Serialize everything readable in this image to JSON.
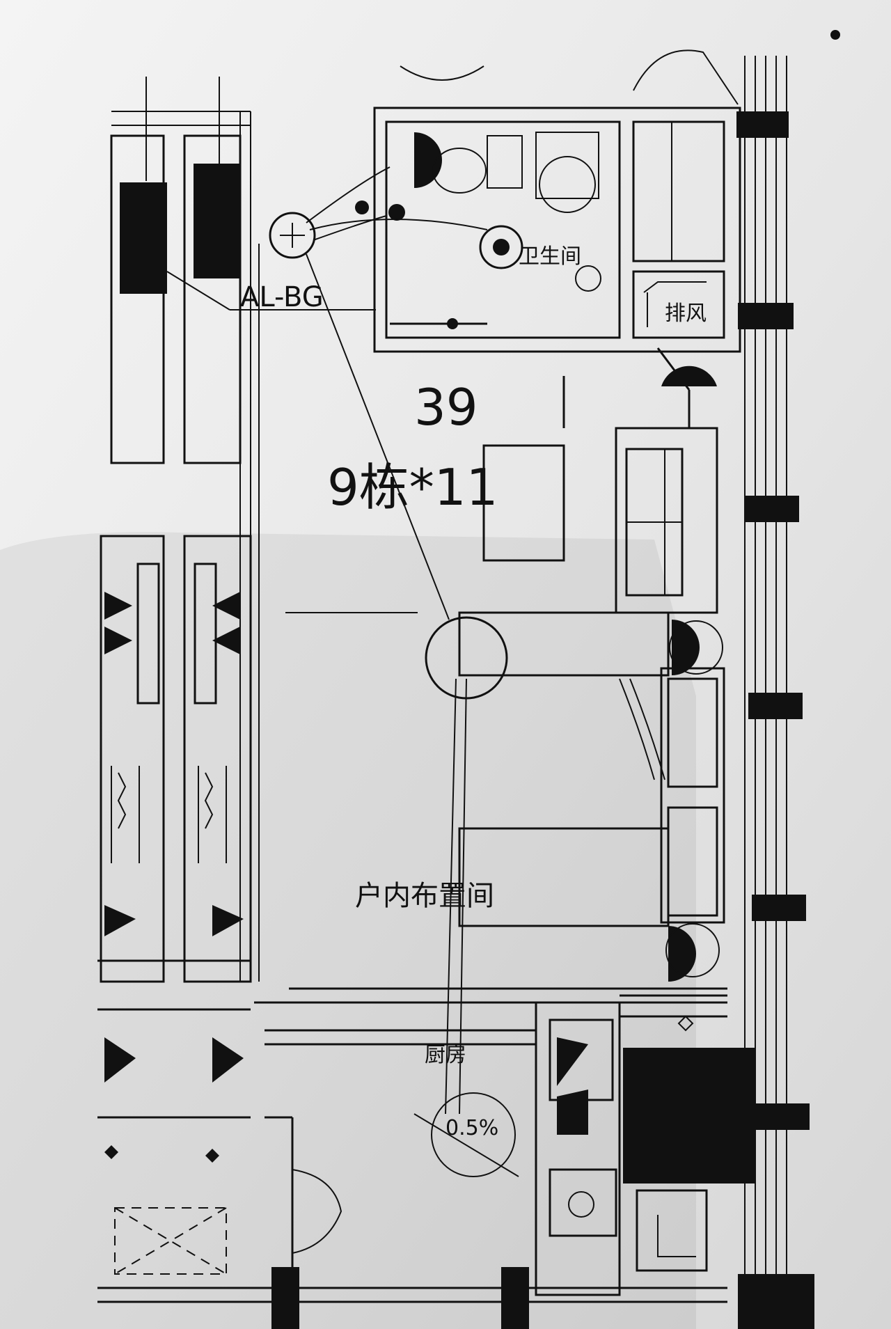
{
  "plan": {
    "unit_number": "39",
    "building_label": "9栋*11",
    "labels": {
      "bathroom": "卫生间",
      "exhaust": "排风",
      "equipment_room": "户内布置间",
      "kitchen": "厨房",
      "slope": "0.5%",
      "panel_code": "AL-BG"
    }
  }
}
